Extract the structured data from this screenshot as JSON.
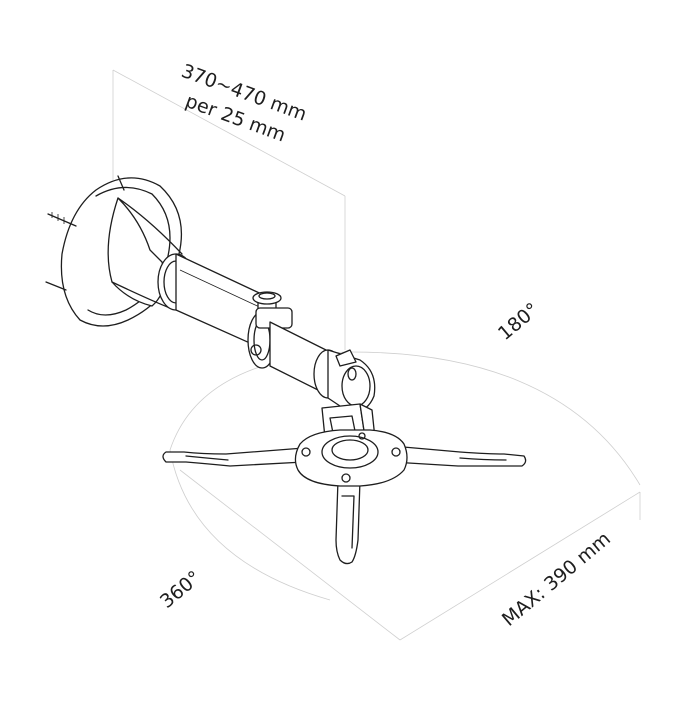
{
  "labels": {
    "extension_range": "370~470 mm",
    "extension_step": "per 25 mm",
    "tilt_angle": "180°",
    "rotation_angle": "360°",
    "max_span": "MAX: 390 mm"
  }
}
